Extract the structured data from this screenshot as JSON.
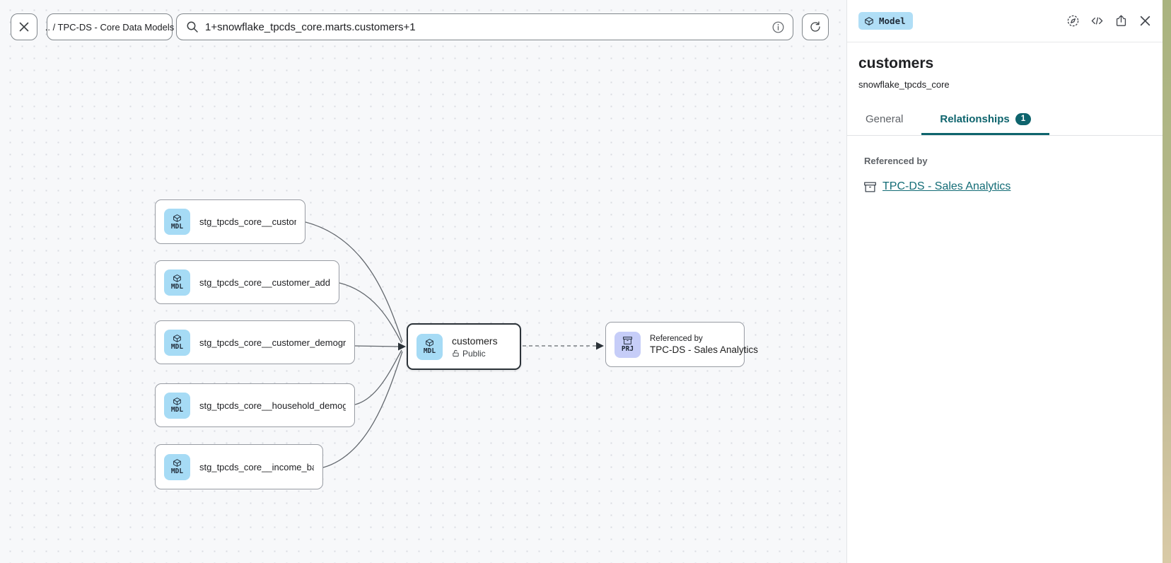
{
  "toolbar": {
    "breadcrumb": ".. / TPC-DS - Core Data Models",
    "search_value": "1+snowflake_tpcds_core.marts.customers+1"
  },
  "canvas": {
    "nodes": [
      {
        "label": "stg_tpcds_core__customer",
        "badge": "MDL"
      },
      {
        "label": "stg_tpcds_core__customer_address",
        "badge": "MDL"
      },
      {
        "label": "stg_tpcds_core__customer_demogra…",
        "badge": "MDL"
      },
      {
        "label": "stg_tpcds_core__household_demogr…",
        "badge": "MDL"
      },
      {
        "label": "stg_tpcds_core__income_band",
        "badge": "MDL"
      }
    ],
    "center_node": {
      "title": "customers",
      "access": "Public",
      "badge": "MDL"
    },
    "ref_node": {
      "eyebrow": "Referenced by",
      "title": "TPC-DS - Sales Analytics",
      "badge": "PRJ"
    }
  },
  "panel": {
    "type_badge": "Model",
    "title": "customers",
    "subtitle": "snowflake_tpcds_core",
    "tabs": {
      "general": "General",
      "relationships": "Relationships",
      "relationships_count": "1"
    },
    "section_title": "Referenced by",
    "link_label": "TPC-DS - Sales Analytics"
  },
  "colors": {
    "accent_teal": "#0e646d",
    "link_teal": "#136c76",
    "model_chip_bg": "#a6dbf5",
    "project_chip_bg": "#c6cdf8",
    "type_badge_bg": "#b0def6",
    "canvas_bg": "#f7f8fa"
  }
}
